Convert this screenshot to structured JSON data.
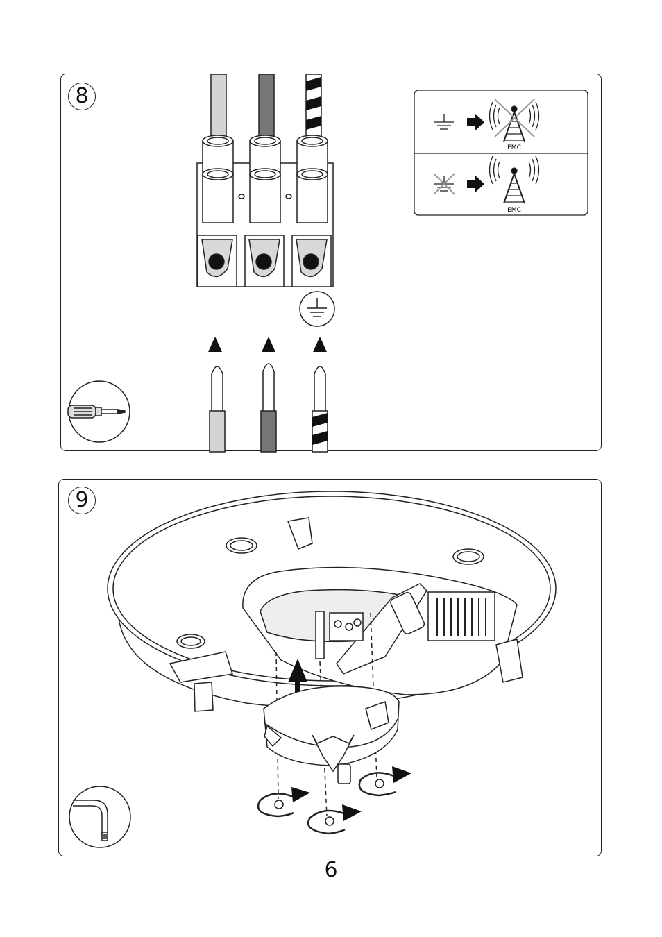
{
  "steps": [
    {
      "number": "8",
      "tool_icon": "screwdriver-icon",
      "emc": {
        "label_1": "EMC",
        "label_2": "EMC"
      }
    },
    {
      "number": "9",
      "tool_icon": "hex-key-icon"
    }
  ],
  "page_number": "6"
}
